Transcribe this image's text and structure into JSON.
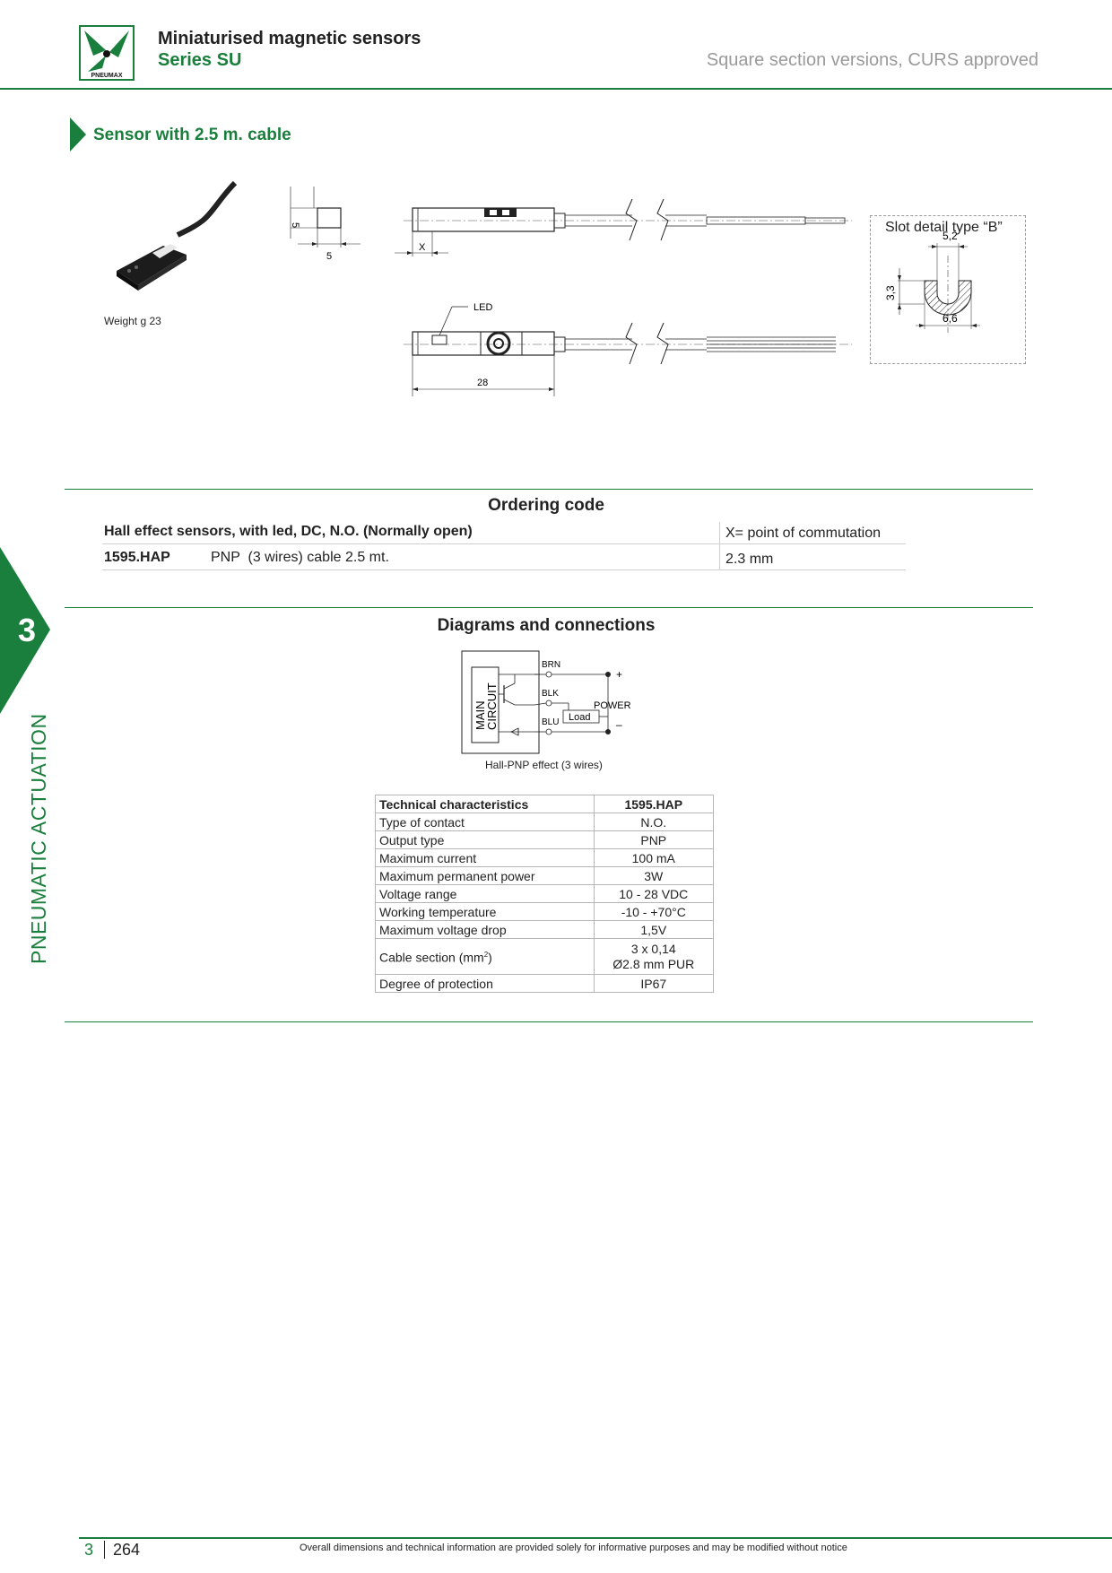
{
  "header": {
    "title": "Miniaturised magnetic sensors",
    "series": "Series SU",
    "subtitle": "Square section versions, CURS approved",
    "logo_text": "PNEUMAX"
  },
  "section": {
    "title": "Sensor with 2.5 m. cable",
    "weight": "Weight g 23"
  },
  "drawing": {
    "dim_5_vertical": "5",
    "dim_5_horizontal": "5",
    "dim_x": "X",
    "led_label": "LED",
    "dim_28": "28",
    "slot_title": "Slot detail type “B”",
    "dim_52": "5,2",
    "dim_33": "3,3",
    "dim_66": "6,6"
  },
  "ordering": {
    "title": "Ordering code",
    "heading": "Hall effect sensors, with led, DC, N.O. (Normally open)",
    "x_heading": "X= point of commutation",
    "code": "1595.HAP",
    "description": "PNP  (3 wires) cable 2.5 mt.",
    "x_value": "2.3 mm"
  },
  "diagrams": {
    "title": "Diagrams and connections",
    "main_circuit_line1": "MAIN",
    "main_circuit_line2": "CIRCUIT",
    "brn": "BRN",
    "blk": "BLK",
    "blu": "BLU",
    "plus": "+",
    "minus": "–",
    "power": "POWER",
    "load": "Load",
    "caption": "Hall-PNP effect (3 wires)"
  },
  "tech_table": {
    "header": [
      "Technical characteristics",
      "1595.HAP"
    ],
    "rows": [
      [
        "Type of contact",
        "N.O."
      ],
      [
        "Output type",
        "PNP"
      ],
      [
        "Maximum current",
        "100 mA"
      ],
      [
        "Maximum permanent power",
        "3W"
      ],
      [
        "Voltage range",
        "10 - 28 VDC"
      ],
      [
        "Working temperature",
        "-10 - +70°C"
      ],
      [
        "Maximum voltage drop",
        "1,5V"
      ]
    ],
    "cable_label": "Cable section (mm",
    "cable_sup": "2",
    "cable_label_end": ")",
    "cable_value_1": "3 x 0,14",
    "cable_value_2": "Ø2.8 mm PUR",
    "last_row": [
      "Degree of protection",
      "IP67"
    ]
  },
  "side": {
    "chapter": "3",
    "label": "PNEUMATIC ACTUATION"
  },
  "footer": {
    "chapter": "3",
    "page": "264",
    "note": "Overall dimensions and technical information are provided solely for informative purposes and may be modified without notice"
  },
  "colors": {
    "brand_green": "#1a7f3c",
    "subtitle_grey": "#9a9a9a"
  }
}
